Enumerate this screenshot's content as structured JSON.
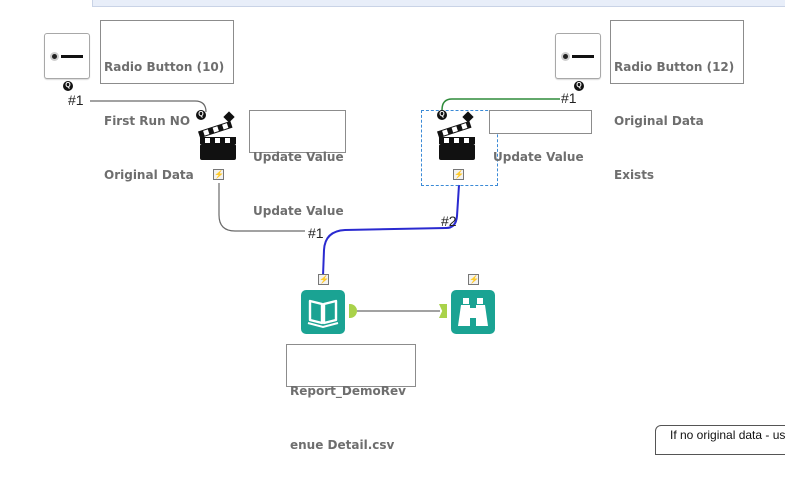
{
  "canvas": {
    "tools": {
      "radio_button_10": {
        "label_lines": [
          "Radio Button (10)",
          "First Run NO",
          "Original Data"
        ]
      },
      "radio_button_12": {
        "label_lines": [
          "Radio Button (12)",
          "Original Data",
          "Exists"
        ]
      },
      "update_value_left": {
        "label_lines": [
          "Update Value",
          "Update Value"
        ]
      },
      "update_value_right": {
        "label_lines": [
          "Update Value"
        ]
      },
      "input_data": {
        "label_lines": [
          "Report_DemoRev",
          "enue Detail.csv"
        ]
      },
      "browse": {
        "label_lines": []
      }
    },
    "anchors": {
      "question": "Q",
      "action": "⚡"
    },
    "connections": [
      {
        "from": "radio_button_10",
        "to": "update_value_left",
        "label": "#1",
        "color": "#555555"
      },
      {
        "from": "radio_button_12",
        "to": "update_value_right",
        "label": "#1",
        "color": "#2e8b3a"
      },
      {
        "from": "update_value_left",
        "to": "input_data",
        "label": "#1",
        "color": "#555555"
      },
      {
        "from": "update_value_right",
        "to": "input_data",
        "label": "#2",
        "color": "#2a2ad0"
      },
      {
        "from": "input_data",
        "to": "browse",
        "label": "",
        "color": "#555555"
      }
    ],
    "note": {
      "text": "If no original data - use the original d"
    }
  },
  "colors": {
    "tool_teal": "#1aa393",
    "anchor_green": "#a9d24a",
    "selection": "#3b8ad6"
  }
}
